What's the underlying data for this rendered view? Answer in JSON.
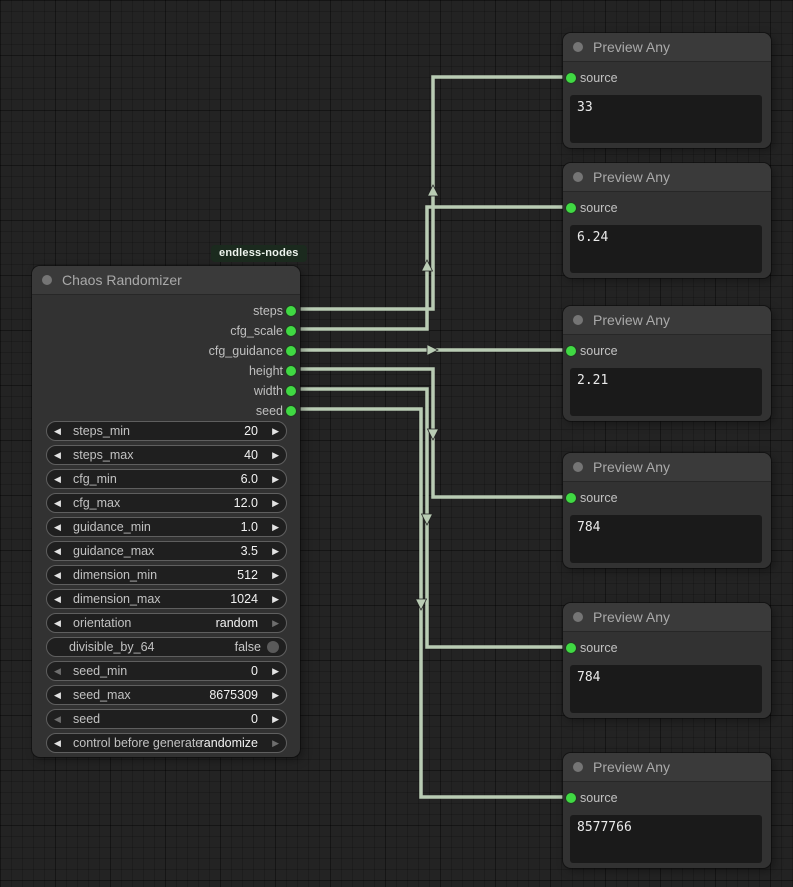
{
  "badge": {
    "label": "endless-nodes"
  },
  "colors": {
    "wire": "#b9ccb4",
    "port_green": "#40d943",
    "badge_bg": "#1b2a1e",
    "node_bg": "#323232",
    "canvas_bg": "#232323"
  },
  "chaos_node": {
    "title": "Chaos Randomizer",
    "outputs": [
      {
        "name": "steps"
      },
      {
        "name": "cfg_scale"
      },
      {
        "name": "cfg_guidance"
      },
      {
        "name": "height"
      },
      {
        "name": "width"
      },
      {
        "name": "seed"
      }
    ],
    "widgets": [
      {
        "label": "steps_min",
        "value": "20",
        "type": "stepper",
        "left_dim": false,
        "right_dim": false
      },
      {
        "label": "steps_max",
        "value": "40",
        "type": "stepper",
        "left_dim": false,
        "right_dim": false
      },
      {
        "label": "cfg_min",
        "value": "6.0",
        "type": "stepper",
        "left_dim": false,
        "right_dim": false
      },
      {
        "label": "cfg_max",
        "value": "12.0",
        "type": "stepper",
        "left_dim": false,
        "right_dim": false
      },
      {
        "label": "guidance_min",
        "value": "1.0",
        "type": "stepper",
        "left_dim": false,
        "right_dim": false
      },
      {
        "label": "guidance_max",
        "value": "3.5",
        "type": "stepper",
        "left_dim": false,
        "right_dim": false
      },
      {
        "label": "dimension_min",
        "value": "512",
        "type": "stepper",
        "left_dim": false,
        "right_dim": false
      },
      {
        "label": "dimension_max",
        "value": "1024",
        "type": "stepper",
        "left_dim": false,
        "right_dim": false
      },
      {
        "label": "orientation",
        "value": "random",
        "type": "combo",
        "left_dim": false,
        "right_dim": true
      },
      {
        "label": "divisible_by_64",
        "value": "false",
        "type": "toggle"
      },
      {
        "label": "seed_min",
        "value": "0",
        "type": "stepper",
        "left_dim": true,
        "right_dim": false
      },
      {
        "label": "seed_max",
        "value": "8675309",
        "type": "stepper",
        "left_dim": false,
        "right_dim": false
      },
      {
        "label": "seed",
        "value": "0",
        "type": "stepper",
        "left_dim": true,
        "right_dim": false
      },
      {
        "label": "control before generate",
        "value": "randomize",
        "type": "combo",
        "left_dim": false,
        "right_dim": true
      }
    ]
  },
  "preview_nodes": [
    {
      "title": "Preview Any",
      "input_label": "source",
      "value": "33"
    },
    {
      "title": "Preview Any",
      "input_label": "source",
      "value": "6.24"
    },
    {
      "title": "Preview Any",
      "input_label": "source",
      "value": "2.21"
    },
    {
      "title": "Preview Any",
      "input_label": "source",
      "value": "784"
    },
    {
      "title": "Preview Any",
      "input_label": "source",
      "value": "784"
    },
    {
      "title": "Preview Any",
      "input_label": "source",
      "value": "8577766"
    }
  ],
  "edges": [
    {
      "from": "steps",
      "to": "preview-1.source"
    },
    {
      "from": "cfg_scale",
      "to": "preview-2.source"
    },
    {
      "from": "cfg_guidance",
      "to": "preview-3.source"
    },
    {
      "from": "height",
      "to": "preview-4.source"
    },
    {
      "from": "width",
      "to": "preview-5.source"
    },
    {
      "from": "seed",
      "to": "preview-6.source"
    }
  ]
}
